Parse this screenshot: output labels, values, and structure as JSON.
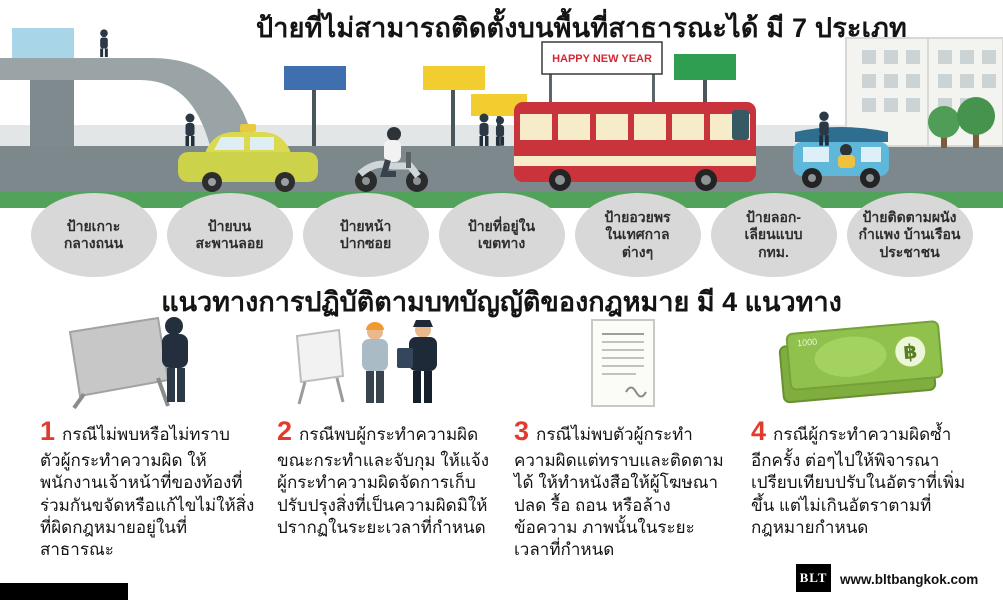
{
  "header": {
    "title": "ป้ายที่ไม่สามารถติดตั้งบนพื้นที่สาธารณะได้ มี 7 ประเภท"
  },
  "scene": {
    "banner_text": "HAPPY NEW YEAR"
  },
  "sign_types": [
    {
      "lines": [
        "ป้ายเกาะ",
        "กลางถนน"
      ]
    },
    {
      "lines": [
        "ป้ายบน",
        "สะพานลอย"
      ]
    },
    {
      "lines": [
        "ป้ายหน้า",
        "ปากซอย"
      ]
    },
    {
      "lines": [
        "ป้ายที่อยู่ใน",
        "เขตทาง"
      ]
    },
    {
      "lines": [
        "ป้ายอวยพร",
        "ในเทศกาล",
        "ต่างๆ"
      ]
    },
    {
      "lines": [
        "ป้ายลอก-",
        "เลียนแบบ",
        "กทม."
      ]
    },
    {
      "lines": [
        "ป้ายติดตามผนัง",
        "กำแพง บ้านเรือน",
        "ประชาชน"
      ]
    }
  ],
  "guidelines_section": {
    "title": "แนวทางการปฏิบัติตามบทบัญญัติของกฎหมาย มี 4 แนวทาง",
    "items": [
      {
        "number": "1",
        "icon": "remove-sign-icon",
        "text": "กรณีไม่พบหรือไม่ทราบตัวผู้กระทำความผิด ให้พนักงานเจ้าหน้าที่ของท้องที่ร่วมกันขจัดหรือแก้ไขไม่ให้สิ่งที่ผิดกฎหมายอยู่ในที่สาธารณะ"
      },
      {
        "number": "2",
        "icon": "arrest-offender-icon",
        "text": "กรณีพบผู้กระทำความผิดขณะกระทำและจับกุม ให้แจ้งผู้กระทำความผิดจัดการเก็บ ปรับปรุงสิ่งที่เป็นความผิดมิให้ปรากฏในระยะเวลาที่กำหนด"
      },
      {
        "number": "3",
        "icon": "official-letter-icon",
        "text": "กรณีไม่พบตัวผู้กระทำความผิดแต่ทราบและติดตามได้ ให้ทำหนังสือให้ผู้โฆษณา ปลด รื้อ ถอน หรือล้างข้อความ ภาพนั้นในระยะเวลาที่กำหนด"
      },
      {
        "number": "4",
        "icon": "fine-money-icon",
        "text": "กรณีผู้กระทำความผิดซ้ำอีกครั้ง ต่อๆไปให้พิจารณาเปรียบเทียบปรับในอัตราที่เพิ่มขึ้น แต่ไม่เกินอัตราตามที่กฎหมายกำหนด"
      }
    ]
  },
  "money_note": {
    "value": "1000",
    "currency_symbol": "฿"
  },
  "footer": {
    "logo": "BLT",
    "website": "www.bltbangkok.com"
  },
  "colors": {
    "accent_red": "#e23b2e",
    "circle_gray": "#d8d8d8",
    "road_gray": "#7d888c",
    "grass_green": "#53a25c",
    "bus_red": "#c9333c",
    "taxi_yellow_green": "#ccd24a",
    "tuktuk_blue": "#5fb7d9",
    "sign_blue": "#3f6fae",
    "sign_yellow": "#f2cd2f",
    "sign_green": "#2f9e50"
  }
}
